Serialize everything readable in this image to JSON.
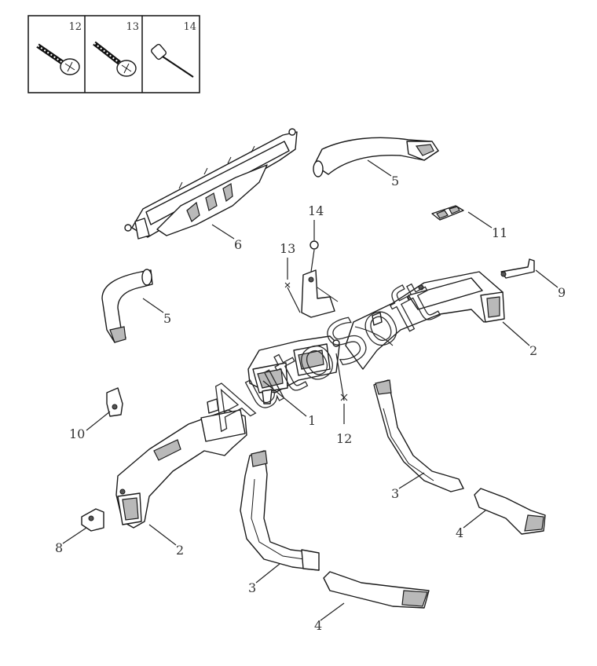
{
  "inset": {
    "cells": [
      {
        "number": "12",
        "icon": "phillips-screw-icon"
      },
      {
        "number": "13",
        "icon": "self-drilling-screw-icon"
      },
      {
        "number": "14",
        "icon": "rivet-icon"
      }
    ]
  },
  "watermark": "AutoSoft",
  "callouts": [
    {
      "number": "1"
    },
    {
      "number": "2"
    },
    {
      "number": "2"
    },
    {
      "number": "3"
    },
    {
      "number": "3"
    },
    {
      "number": "4"
    },
    {
      "number": "4"
    },
    {
      "number": "5"
    },
    {
      "number": "5"
    },
    {
      "number": "6"
    },
    {
      "number": "8"
    },
    {
      "number": "9"
    },
    {
      "number": "10"
    },
    {
      "number": "11"
    },
    {
      "number": "12"
    },
    {
      "number": "13"
    },
    {
      "number": "14"
    }
  ]
}
